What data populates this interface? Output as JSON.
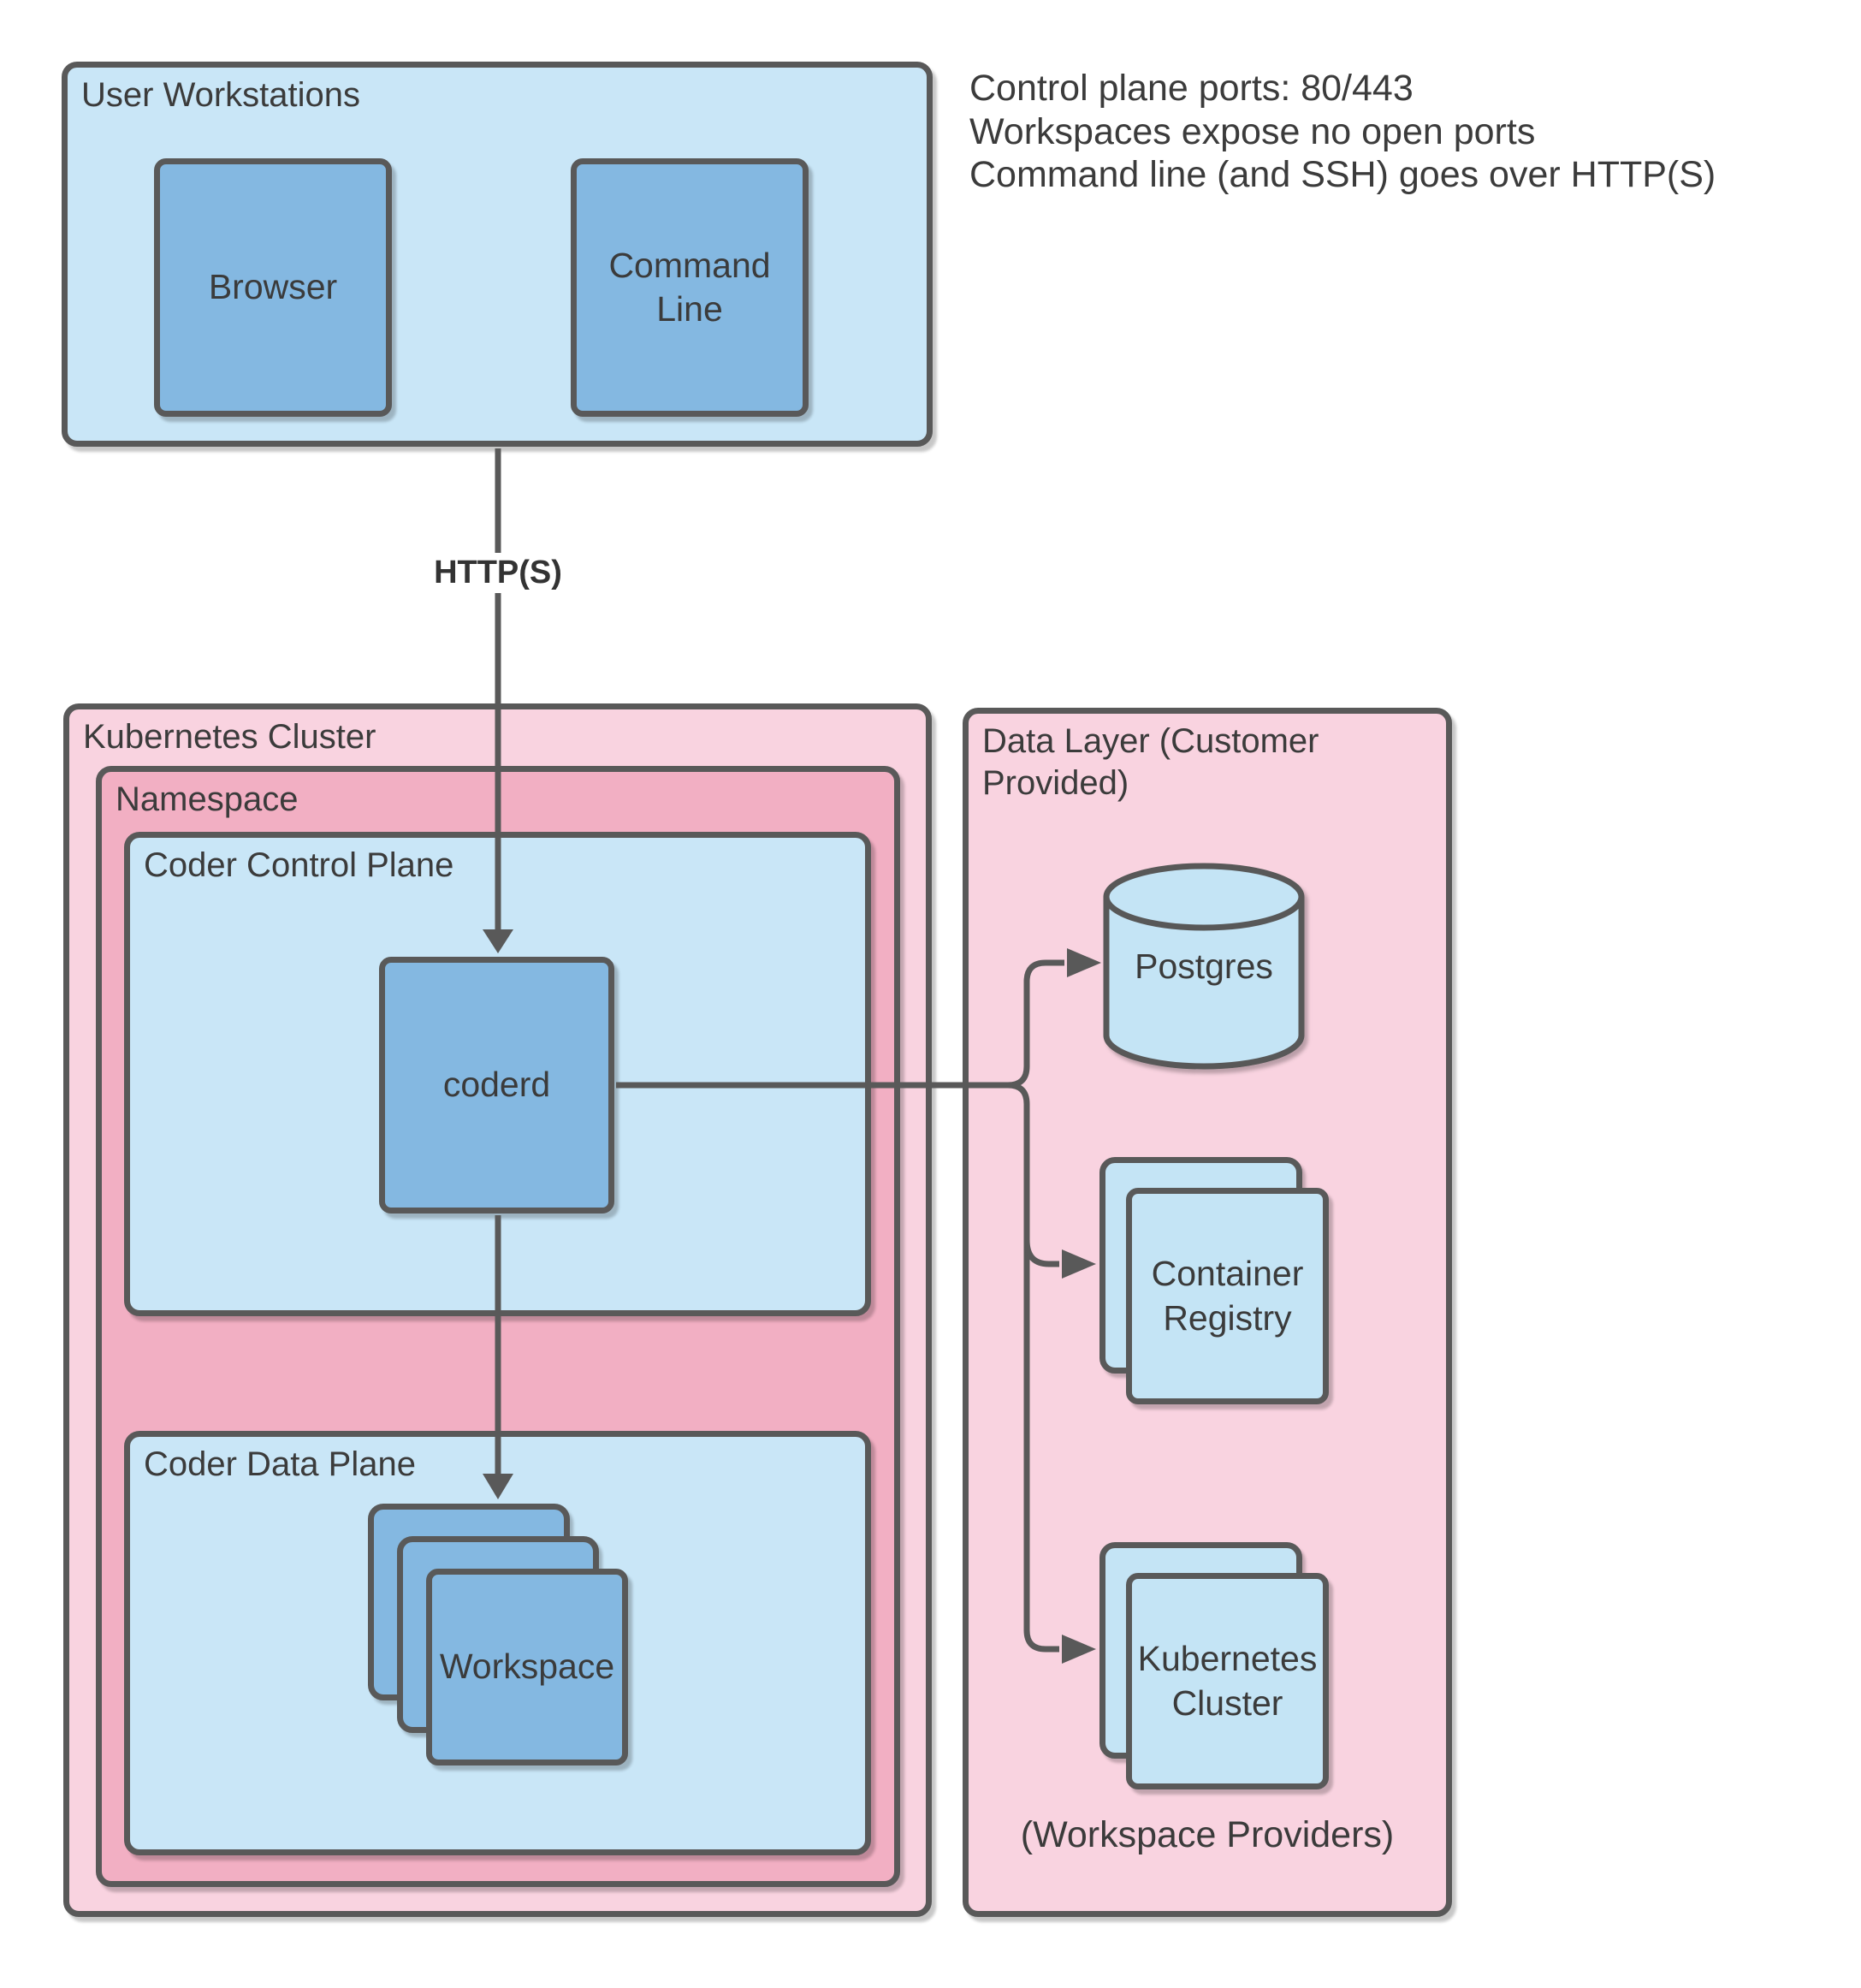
{
  "notes": {
    "line1": "Control plane ports: 80/443",
    "line2": "Workspaces expose no open ports",
    "line3": "Command line (and SSH) goes over HTTP(S)"
  },
  "user_workstations": {
    "title": "User Workstations",
    "browser": "Browser",
    "command_line": "Command Line"
  },
  "connections": {
    "https_label": "HTTP(S)"
  },
  "kubernetes_cluster": {
    "title": "Kubernetes Cluster",
    "namespace": {
      "title": "Namespace",
      "control_plane": {
        "title": "Coder Control Plane",
        "coderd": "coderd"
      },
      "data_plane": {
        "title": "Coder Data Plane",
        "workspace": "Workspace"
      }
    }
  },
  "data_layer": {
    "title": "Data Layer (Customer Provided)",
    "postgres": "Postgres",
    "container_registry": "Container Registry",
    "kubernetes_cluster": "Kubernetes Cluster",
    "caption": "(Workspace Providers)"
  },
  "colors": {
    "border": "#595959",
    "text": "#3b3b3b",
    "container_light_blue": "#c9e6f7",
    "node_medium_blue": "#84b8e1",
    "stack_pale_blue": "#c4e4f5",
    "cluster_light_pink": "#f9d3e0",
    "namespace_medium_pink": "#f2afc3"
  }
}
